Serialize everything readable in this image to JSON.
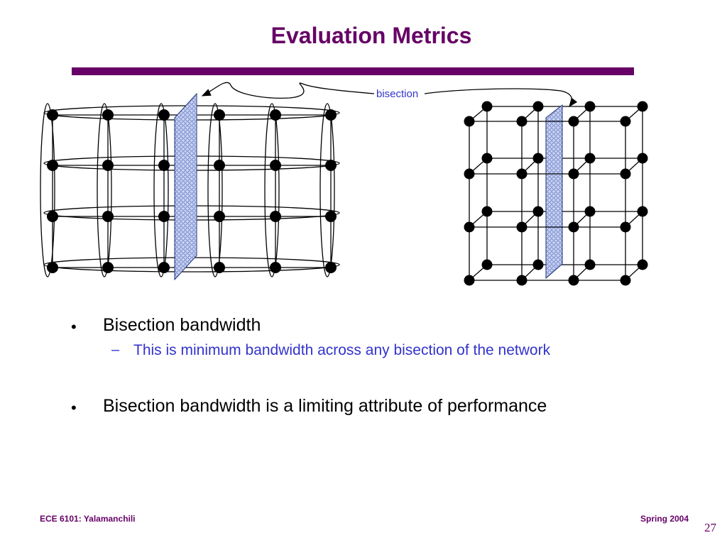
{
  "slide": {
    "title": "Evaluation Metrics",
    "bisection_label": "bisection",
    "bullets": [
      {
        "marker": "•",
        "text": "Bisection bandwidth"
      },
      {
        "marker": "–",
        "text": "This is minimum bandwidth across any bisection of the network"
      },
      {
        "marker": "•",
        "text": "Bisection bandwidth is a limiting attribute of performance"
      }
    ]
  },
  "footer": {
    "left": "ECE 6101: Yalamanchili",
    "right": "Spring 2004",
    "page_number": "27"
  },
  "diagram": {
    "left_network": {
      "type": "torus",
      "cols": 6,
      "rows": 4
    },
    "right_network": {
      "type": "3d-mesh",
      "cols": 4,
      "rows": 4,
      "layers": 2
    }
  },
  "colors": {
    "title": "#660066",
    "accent_text": "#3333cc",
    "bisection_plane": "#c8d4f4"
  }
}
